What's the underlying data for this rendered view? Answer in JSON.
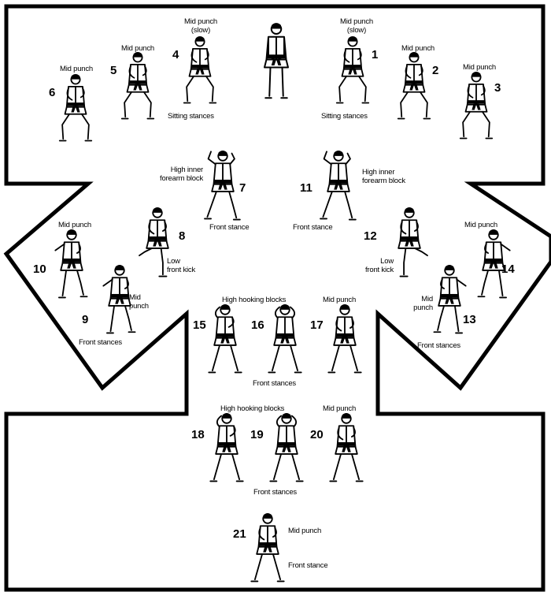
{
  "moves": [
    {
      "number": "1",
      "label": [
        "Mid punch",
        "(slow)"
      ]
    },
    {
      "number": "2",
      "label": [
        "Mid punch"
      ]
    },
    {
      "number": "3",
      "label": [
        "Mid punch"
      ]
    },
    {
      "number": "4",
      "label": [
        "Mid punch",
        "(slow)"
      ]
    },
    {
      "number": "5",
      "label": [
        "Mid punch"
      ]
    },
    {
      "number": "6",
      "label": [
        "Mid punch"
      ]
    },
    {
      "number": "7",
      "label": [
        "High inner",
        "forearm block"
      ]
    },
    {
      "number": "8",
      "label": [
        "Low",
        "front kick"
      ]
    },
    {
      "number": "9",
      "label": [
        "Mid",
        "punch"
      ]
    },
    {
      "number": "10",
      "label": [
        "Mid punch"
      ]
    },
    {
      "number": "11",
      "label": [
        "High inner",
        "forearm block"
      ]
    },
    {
      "number": "12",
      "label": [
        "Low",
        "front kick"
      ]
    },
    {
      "number": "13",
      "label": [
        "Mid",
        "punch"
      ]
    },
    {
      "number": "14",
      "label": [
        "Mid punch"
      ]
    },
    {
      "number": "15",
      "label": []
    },
    {
      "number": "16",
      "label": []
    },
    {
      "number": "17",
      "label": [
        "Mid punch"
      ]
    },
    {
      "number": "18",
      "label": []
    },
    {
      "number": "19",
      "label": []
    },
    {
      "number": "20",
      "label": [
        "Mid punch"
      ]
    },
    {
      "number": "21",
      "label": [
        "Mid punch"
      ]
    }
  ],
  "stance_labels": {
    "sitting_right": "Sitting stances",
    "sitting_left": "Sitting stances",
    "front_7": "Front stance",
    "front_11": "Front stance",
    "front_left": "Front stances",
    "front_right": "Front stances",
    "front_row3": "Front stances",
    "front_row4": "Front stances",
    "front_21": "Front stance"
  },
  "group_labels": {
    "hooking_row3": "High hooking blocks",
    "hooking_row4": "High hooking blocks"
  }
}
